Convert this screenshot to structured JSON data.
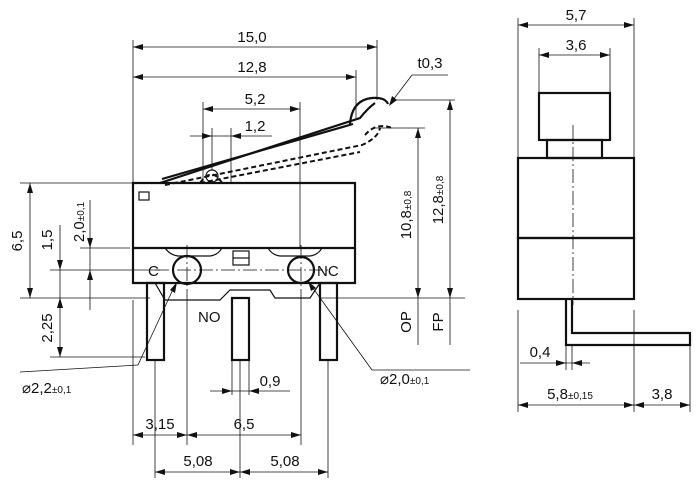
{
  "dims": {
    "w15": "15,0",
    "w12_8": "12,8",
    "w5_2": "5,2",
    "w1_2": "1,2",
    "t0_3": "t0,3",
    "h6_5": "6,5",
    "h1_5": "1,5",
    "h2_0": "2,0",
    "h2_0_tol": "±0,1",
    "h10_8": "10,8",
    "h10_8_tol": "±0,8",
    "h12_8": "12,8",
    "h12_8_tol": "±0,8",
    "h2_25": "2,25",
    "op": "OP",
    "fp": "FP",
    "d2_2": "⌀2,2",
    "d2_2_tol": "±0,1",
    "d2_0": "⌀2,0",
    "d2_0_tol": "±0,1",
    "w0_9": "0,9",
    "w3_15": "3,15",
    "w6_5": "6,5",
    "w5_08a": "5,08",
    "w5_08b": "5,08",
    "side5_7": "5,7",
    "side3_6": "3,6",
    "side0_4": "0,4",
    "side5_8": "5,8",
    "side5_8_tol": "±0,15",
    "side3_8": "3,8"
  },
  "terminals": {
    "c": "C",
    "no": "NO",
    "nc": "NC"
  }
}
